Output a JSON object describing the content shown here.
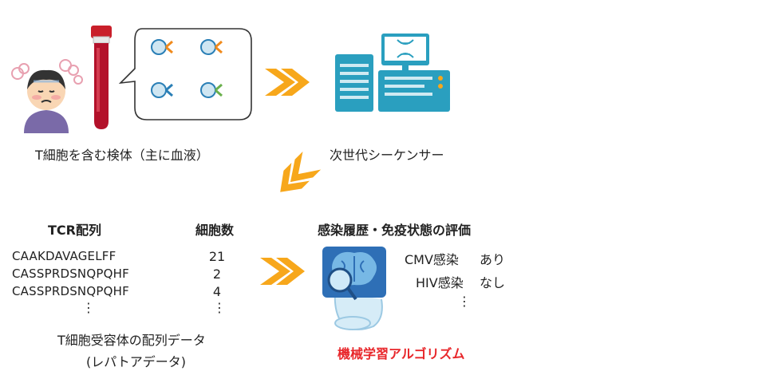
{
  "step1": {
    "sample_label": "T細胞を含む検体（主に血液）",
    "sequencer_label": "次世代シーケンサー"
  },
  "table": {
    "header_seq": "TCR配列",
    "header_count": "細胞数",
    "rows": [
      {
        "seq": "CAAKDAVAGELFF",
        "count": "21"
      },
      {
        "seq": "CASSPRDSNQPQHF",
        "count": "2"
      },
      {
        "seq": "CASSPRDSNQPQHF",
        "count": "4"
      }
    ],
    "ellipsis": "⋮",
    "caption_line1": "T細胞受容体の配列データ",
    "caption_line2": "(レパトアデータ)"
  },
  "evaluation": {
    "title": "感染履歴・免疫状態の評価",
    "results": [
      {
        "name": "CMV感染",
        "value": "あり"
      },
      {
        "name": "HIV感染",
        "value": "なし"
      }
    ],
    "ellipsis": "⋮",
    "ml_label": "機械学習アルゴリズム"
  },
  "colors": {
    "arrow": "#f7a71b",
    "machine": "#2a9fbf",
    "accent_red": "#e8262a",
    "ai_blue": "#2e6fb6"
  },
  "icons": {
    "patient": "sick-person-icon",
    "tube": "blood-tube-icon",
    "tcr": "t-cell-receptor-icon",
    "sequencer": "sequencer-machine-icon",
    "ai": "ai-robot-icon"
  }
}
